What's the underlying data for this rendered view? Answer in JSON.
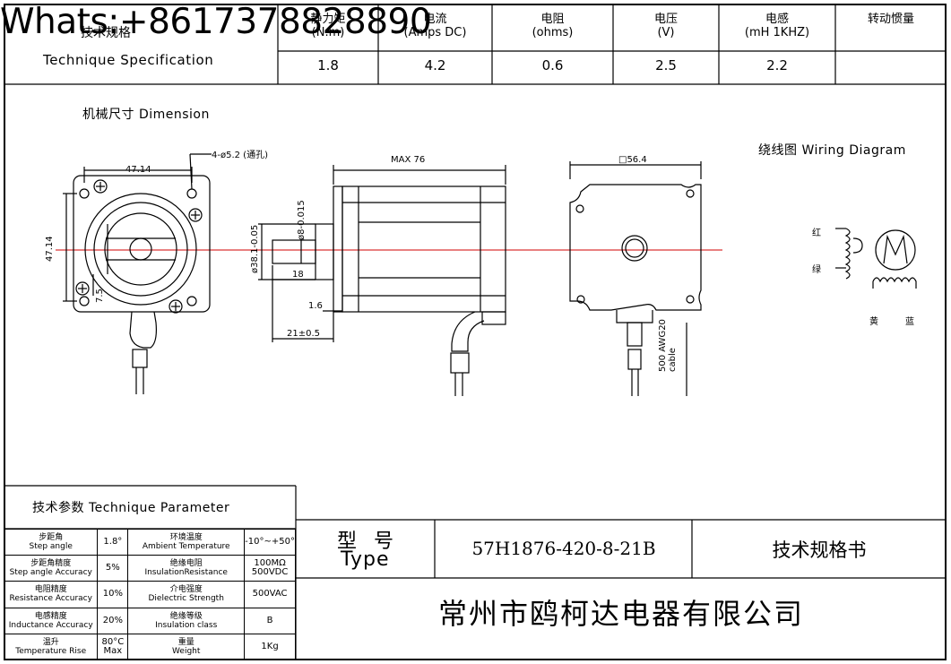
{
  "watermark": "Whats:+8617378828890",
  "header": {
    "spec_cn": "技术规格",
    "spec_en": "Technique Specification",
    "columns": [
      {
        "cn": "静力矩",
        "en": "(N.m)",
        "value": "1.8"
      },
      {
        "cn": "电流",
        "en": "(Amps DC)",
        "value": "4.2"
      },
      {
        "cn": "电阻",
        "en": "(ohms)",
        "value": "0.6"
      },
      {
        "cn": "电压",
        "en": "(V)",
        "value": "2.5"
      },
      {
        "cn": "电感",
        "en": "(mH   1KHZ)",
        "value": "2.2"
      },
      {
        "cn": "转动惯量",
        "en": "",
        "value": ""
      }
    ]
  },
  "dimension": {
    "title": "机械尺寸 Dimension",
    "hole_note": "4-ø5.2 (通孔)",
    "w_top": "47.14",
    "w_side": "47.14",
    "offset": "7.5",
    "max_len": "MAX 76",
    "shaft_d": "ø8-0.015",
    "boss_d": "ø38.1-0.05",
    "shaft_len": "18",
    "flange_t": "1.6",
    "shaft_total": "21±0.5",
    "square": "□56.4",
    "cable": "500 AWG20 cable"
  },
  "wiring": {
    "title": "绕线图 Wiring Diagram",
    "red": "红",
    "green": "绿",
    "yellow": "黄",
    "blue": "蓝",
    "motor_symbol": "M"
  },
  "params": {
    "title": "技术参数 Technique Parameter",
    "rows": [
      {
        "k1cn": "步距角",
        "k1en": "Step angle",
        "v1": "1.8°",
        "k2cn": "环境温度",
        "k2en": "Ambient Temperature",
        "v2": "-10°~+50°"
      },
      {
        "k1cn": "步距角精度",
        "k1en": "Step angle Accuracy",
        "v1": "5%",
        "k2cn": "绝缘电阻",
        "k2en": "InsulationResistance",
        "v2": "100MΩ 500VDC"
      },
      {
        "k1cn": "电阻精度",
        "k1en": "Resistance Accuracy",
        "v1": "10%",
        "k2cn": "介电强度",
        "k2en": "Dielectric Strength",
        "v2": "500VAC"
      },
      {
        "k1cn": "电感精度",
        "k1en": "Inductance Accuracy",
        "v1": "20%",
        "k2cn": "绝缘等级",
        "k2en": "Insulation class",
        "v2": "B"
      },
      {
        "k1cn": "温升",
        "k1en": "Temperature Rise",
        "v1": "80°C Max",
        "k2cn": "重量",
        "k2en": "Weight",
        "v2": "1Kg"
      }
    ]
  },
  "type_block": {
    "label_cn": "型  号",
    "label_en": "Type",
    "model": "57H1876-420-8-21B",
    "doc": "技术规格书",
    "company": "常州市鸥柯达电器有限公司"
  },
  "colors": {
    "center_line": "#d00000"
  }
}
